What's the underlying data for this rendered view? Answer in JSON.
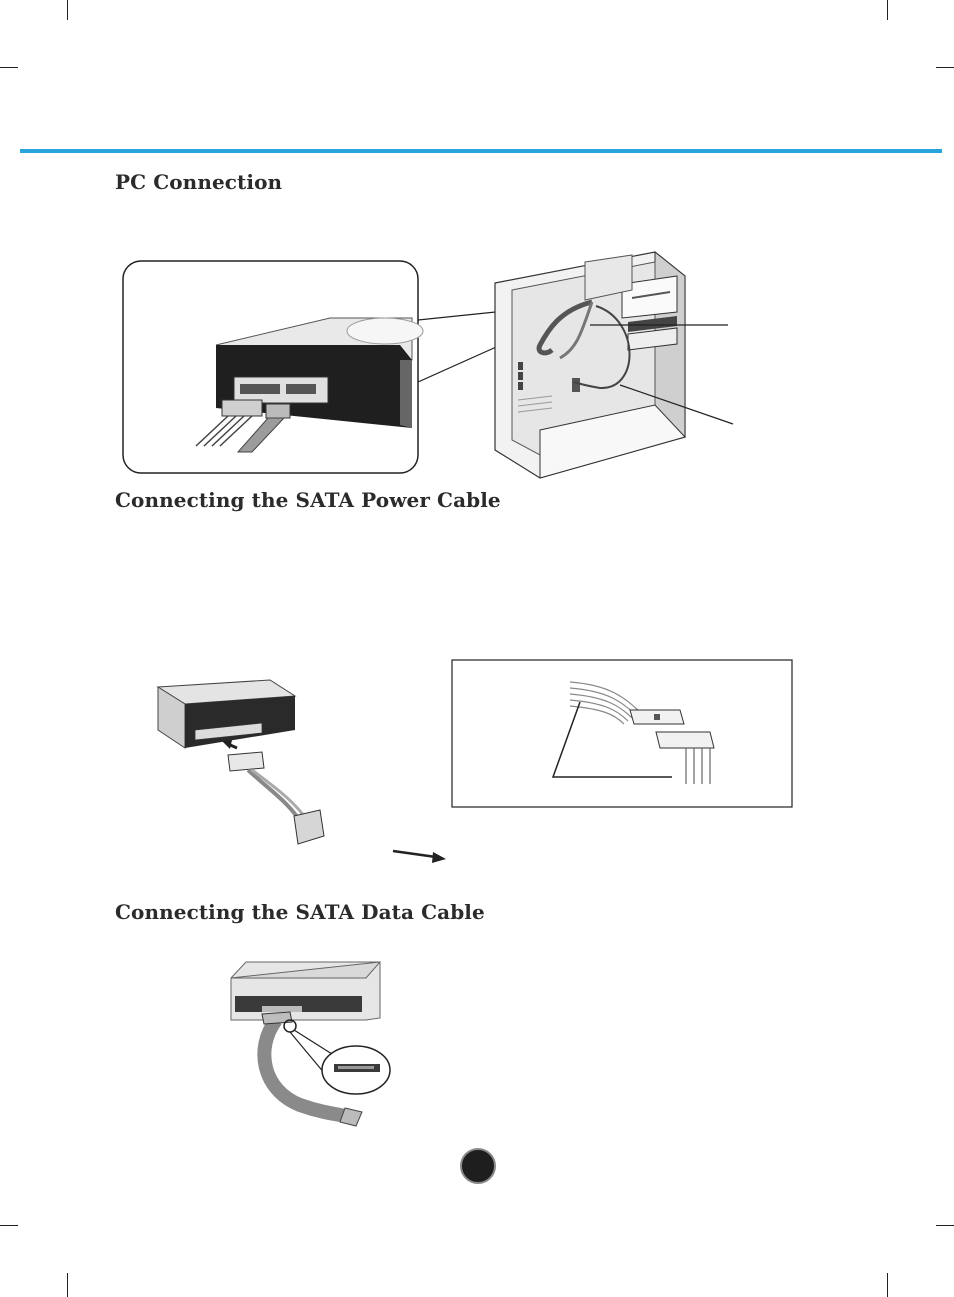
{
  "page": {
    "accent_color": "#29a3dc"
  },
  "sections": {
    "pc_connection": {
      "title": "PC Connection"
    },
    "sata_power": {
      "title": "Connecting the SATA Power Cable"
    },
    "sata_data": {
      "title": "Connecting the SATA Data Cable"
    }
  },
  "figures": {
    "pc_connection_figure": "drive-in-computer-case-illustration",
    "power_cable_figure": "drive-with-power-connector-illustration",
    "power_adapter_figure": "power-adapter-detail-illustration",
    "data_cable_figure": "drive-with-data-cable-illustration"
  },
  "footer": {
    "page_marker": "page-number-badge"
  }
}
